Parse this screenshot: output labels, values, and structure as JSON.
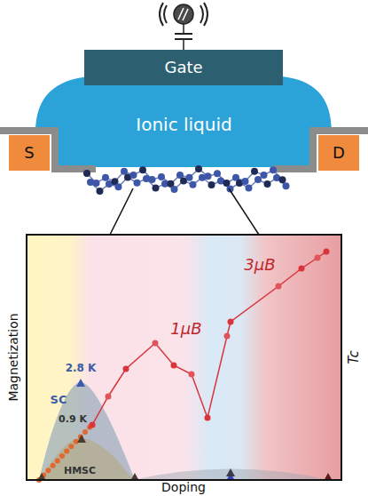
{
  "diagram": {
    "nodes": [
      {
        "text": [
          "Gate"
        ]
      },
      {
        "text": [
          "Ionic liquid"
        ]
      },
      {
        "text": [
          "S"
        ]
      },
      {
        "text": [
          "D"
        ]
      }
    ],
    "labels": [
      "2.8 K",
      "SC",
      "0.9 K",
      "HMSC",
      "1μB",
      "3μB",
      "Magnetization",
      "Doping",
      "Tc"
    ]
  }
}
